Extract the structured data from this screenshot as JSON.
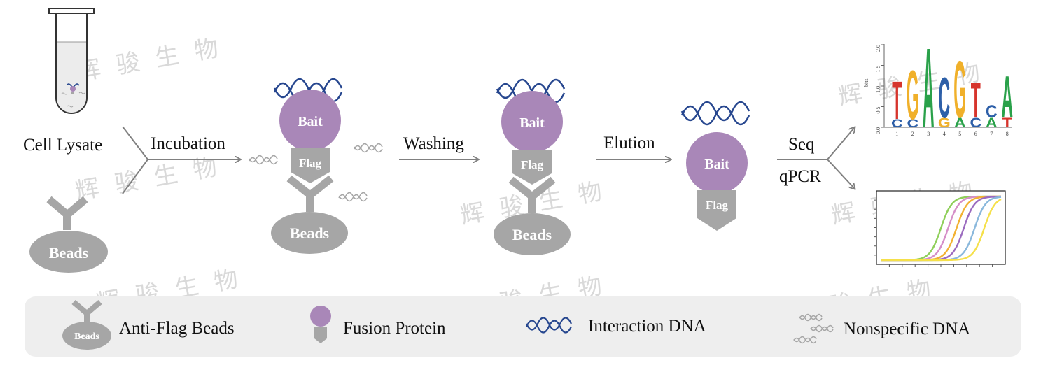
{
  "steps": {
    "cell_lysate": "Cell Lysate",
    "incubation": "Incubation",
    "washing": "Washing",
    "elution": "Elution",
    "seq": "Seq",
    "qpcr": "qPCR"
  },
  "nodes": {
    "bait": "Bait",
    "flag": "Flag",
    "beads": "Beads"
  },
  "legend": {
    "anti_flag_beads": "Anti-Flag Beads",
    "fusion_protein": "Fusion Protein",
    "interaction_dna": "Interaction DNA",
    "nonspecific_dna": "Nonspecific DNA"
  },
  "motif": {
    "letters_top": [
      "T",
      "G",
      "A",
      "C",
      "G",
      "T",
      "C",
      "A"
    ],
    "letters_bottom": [
      "C",
      "C",
      "",
      "G",
      "A",
      "C",
      "A",
      "T"
    ],
    "x_ticks": [
      "1",
      "2",
      "3",
      "4",
      "5",
      "6",
      "7",
      "8"
    ],
    "y_ticks": [
      "0.0",
      "0.5",
      "1.0",
      "1.5",
      "2.0"
    ],
    "y_label": "bits"
  },
  "watermark": "辉 骏 生 物",
  "colors": {
    "gray": "#a6a6a6",
    "purple": "#a987b8",
    "dna_blue": "#27478f",
    "legend_bg": "#eeeeee",
    "base_A": "#2aa14a",
    "base_C": "#2d5fa8",
    "base_G": "#f0b02a",
    "base_T": "#d6342c",
    "qpcr_curves": [
      "#8fcf5a",
      "#d58fc8",
      "#f2b233",
      "#9b6bbf",
      "#8ab8dc",
      "#f5e04a"
    ]
  }
}
